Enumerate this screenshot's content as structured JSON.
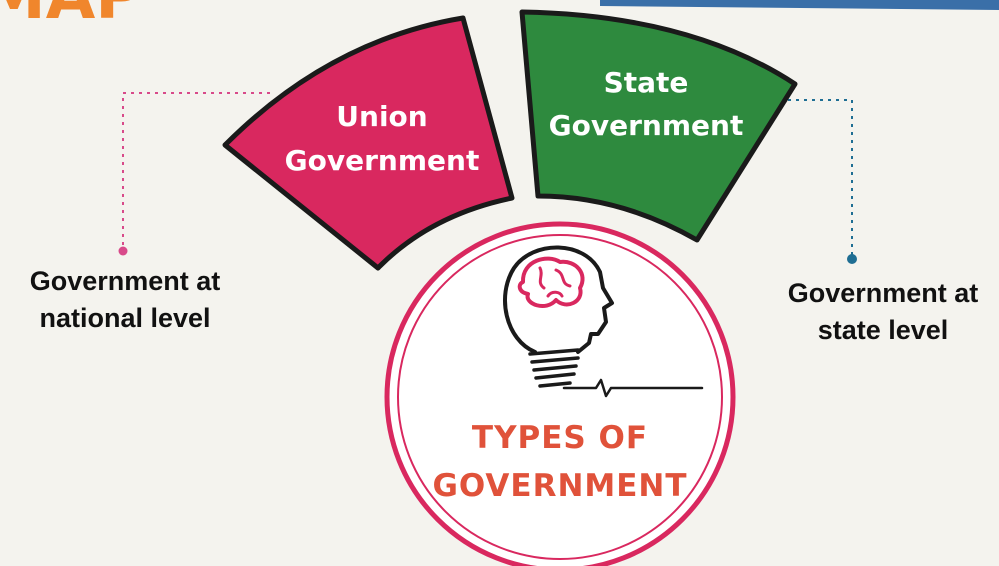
{
  "heading": {
    "text": "MAP"
  },
  "sectors": [
    {
      "lines": [
        "Union",
        "Government"
      ],
      "color": "#d9285f"
    },
    {
      "lines": [
        "State",
        "Government"
      ],
      "color": "#2e8a3e"
    }
  ],
  "side_labels": [
    {
      "lines": [
        "Government at",
        "national level"
      ],
      "connector_color": "#d84a8a"
    },
    {
      "lines": [
        "Government at",
        "state level"
      ],
      "connector_color": "#1f6e93"
    }
  ],
  "center": {
    "lines": [
      "TYPES OF",
      "GOVERNMENT"
    ],
    "text_color": "#e0523a",
    "ring_color": "#d9285f",
    "icon": "brain-lightbulb-icon"
  },
  "colors": {
    "heading": "#f0862c",
    "top_band": "#3a6fa8",
    "outline": "#1a1a1a",
    "page": "#f4f3ee"
  }
}
